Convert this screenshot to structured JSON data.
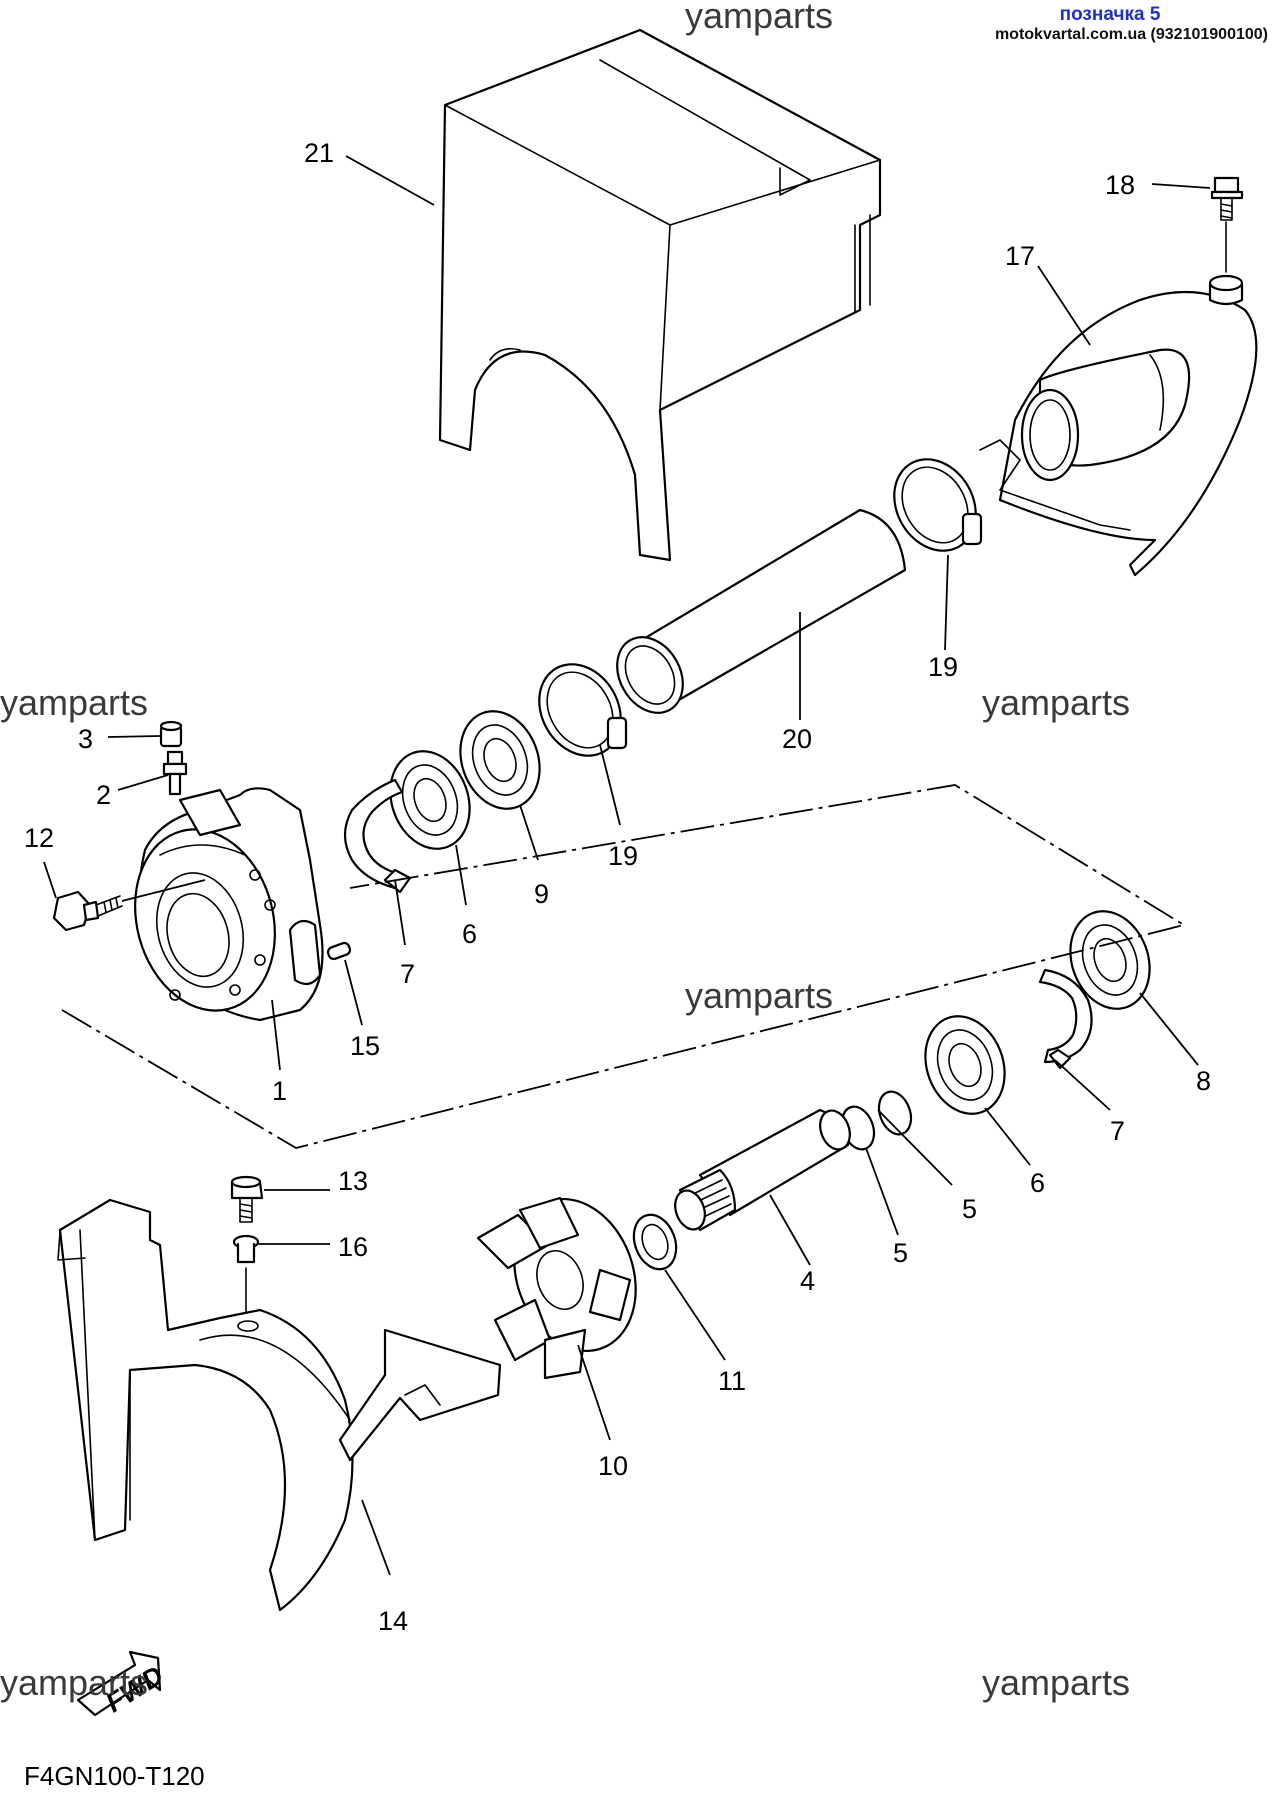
{
  "header": {
    "title": "позначка 5",
    "site": "motokvartal.com.ua (932101900100)"
  },
  "watermarks": [
    "yamparts",
    "yamparts",
    "yamparts",
    "yamparts",
    "yamparts",
    "yamparts"
  ],
  "callouts": {
    "p1": "1",
    "p2": "2",
    "p3": "3",
    "p4": "4",
    "p5a": "5",
    "p5b": "5",
    "p6a": "6",
    "p6b": "6",
    "p7a": "7",
    "p7b": "7",
    "p8": "8",
    "p9": "9",
    "p10": "10",
    "p11": "11",
    "p12": "12",
    "p13": "13",
    "p14": "14",
    "p15": "15",
    "p16": "16",
    "p17": "17",
    "p18": "18",
    "p19a": "19",
    "p19b": "19",
    "p20": "20",
    "p21": "21"
  },
  "fwd_label": "FWD",
  "diagram_code": "F4GN100-T120",
  "colors": {
    "header_title": "#1c2fd6",
    "line": "#000000"
  }
}
